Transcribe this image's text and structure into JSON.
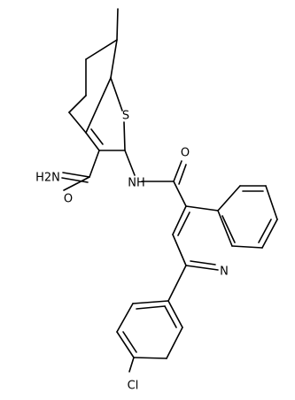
{
  "molecule": {
    "atoms": {
      "methyl": "",
      "sulfur": "S",
      "amide_nh2": "H2N",
      "amide_o1": "O",
      "nh": "NH",
      "amide_o2": "O",
      "quinoline_n": "N",
      "chlorine": "Cl"
    },
    "colors": {
      "bond": "#000000",
      "text": "#000000",
      "background": "#ffffff"
    }
  }
}
